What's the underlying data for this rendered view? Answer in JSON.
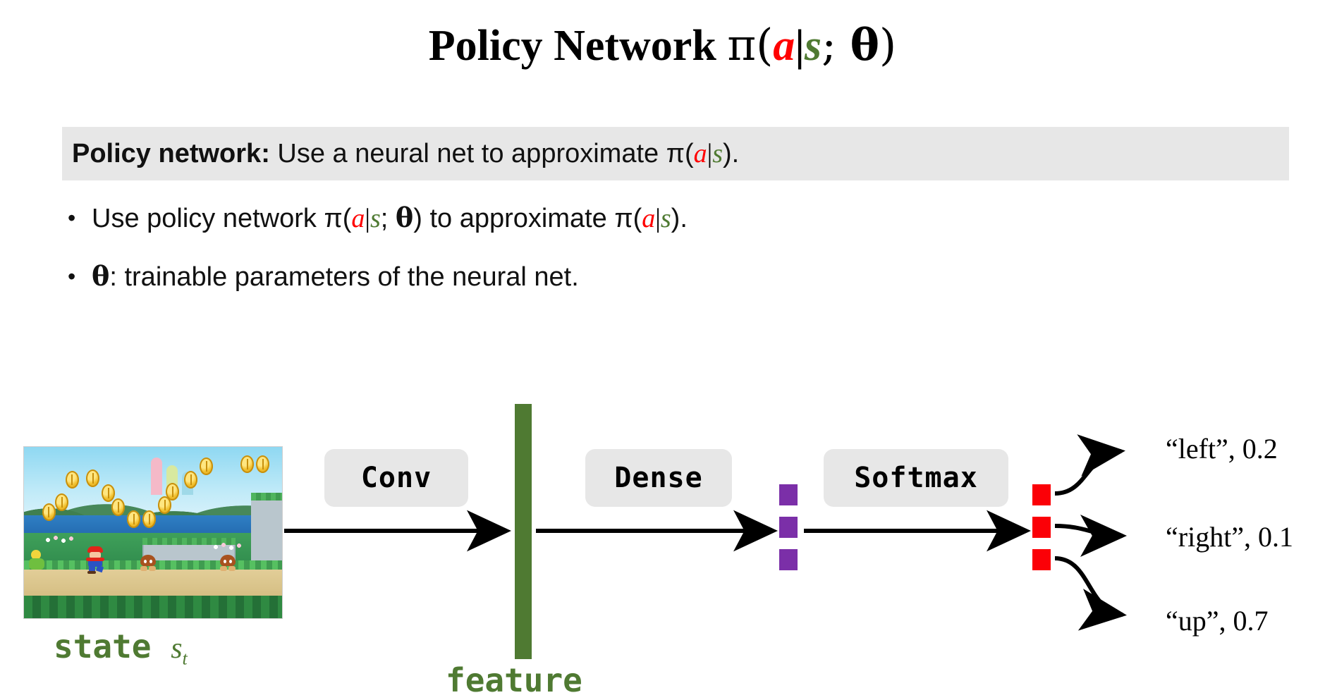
{
  "slide": {
    "background_color": "#ffffff",
    "title": {
      "text_plain": "Policy Network π(a|s; θ)",
      "prefix": "Policy Network ",
      "pi": "π",
      "open_paren": "(",
      "action_symbol": "a",
      "bar": "|",
      "state_symbol": "s",
      "semicolon": "; ",
      "theta": "θ",
      "close_paren": ")"
    },
    "banner": {
      "background_color": "#e7e7e7",
      "bold_lead": "Policy network:",
      "text_part1": " Use a neural net to approximate ",
      "pi": "π",
      "open_paren": "(",
      "action_symbol": "a",
      "bar": "|",
      "state_symbol": "s",
      "close_paren": ")",
      "period": "."
    },
    "bullets": [
      {
        "marker": "•",
        "text_plain": "Use policy network π(a|s; θ) to approximate π(a|s).",
        "seg1": "Use policy network ",
        "pi1": "π",
        "p1open": "(",
        "a1": "a",
        "bar1": "|",
        "s1": "s",
        "semi1": "; ",
        "theta1": "θ",
        "p1close": ")",
        "seg2": " to approximate ",
        "pi2": "π",
        "p2open": "(",
        "a2": "a",
        "bar2": "|",
        "s2": "s",
        "p2close": ")",
        "period": "."
      },
      {
        "marker": "•",
        "text_plain": "θ: trainable parameters of the neural net.",
        "theta": "θ",
        "rest": ": trainable parameters of the neural net."
      }
    ],
    "diagram": {
      "state_label": {
        "word": "state",
        "symbol": "s",
        "subscript": "t",
        "color": "#4f7a32"
      },
      "state_image_alt": "Super Mario side-scroller gameplay screenshot with coins, platforms and enemies",
      "layers": [
        {
          "id": "conv",
          "label": "Conv"
        },
        {
          "id": "dense",
          "label": "Dense"
        },
        {
          "id": "softmax",
          "label": "Softmax"
        }
      ],
      "feature": {
        "label": "feature",
        "color": "#4f7a32"
      },
      "hidden_units": {
        "count": 3,
        "color": "#7b2fa8"
      },
      "output_units": {
        "count": 3,
        "color": "#fb0007"
      },
      "outputs": [
        {
          "name": "left",
          "label": "“left”, 0.2",
          "action": "left",
          "probability": 0.2
        },
        {
          "name": "right",
          "label": "“right”, 0.1",
          "action": "right",
          "probability": 0.1
        },
        {
          "name": "up",
          "label": "“up”, 0.7",
          "action": "up",
          "probability": 0.7
        }
      ]
    },
    "colors": {
      "action_red": "#ff0000",
      "state_green": "#4f7a32",
      "hidden_purple": "#7b2fa8",
      "output_red": "#fb0007",
      "box_gray": "#e7e7e7"
    }
  }
}
